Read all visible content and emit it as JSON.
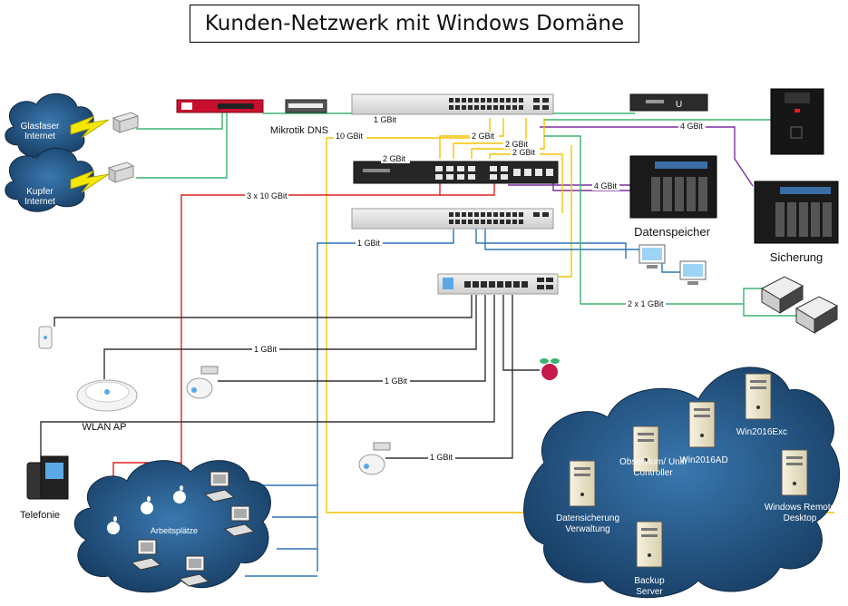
{
  "title": "Kunden-Netzwerk mit Windows Domäne",
  "colors": {
    "red": "#e02020",
    "yellow": "#f5c400",
    "green": "#3cb371",
    "blue": "#2e75b6",
    "purple": "#7b2f9e",
    "dark": "#333333",
    "cloud": "#1f4e79"
  },
  "clouds": {
    "glasfaser": "Glasfaser Internet",
    "kupfer": "Kupfer Internet"
  },
  "devices": {
    "mikrotik": "Mikrotik DNS",
    "datenspeicher": "Datenspeicher",
    "sicherung": "Sicherung",
    "wlan_ap": "WLAN AP",
    "telefonie": "Telefonie",
    "arbeitsplaetze": "Arbeitsplätze"
  },
  "servers": {
    "datensicherung": "Datensicherung Verwaltung",
    "observium": "Observium/ Unifi Controller",
    "win2016ad": "Win2016AD",
    "win2016exc": "Win2016Exc",
    "windows_remote": "Windows Remote Desktop",
    "backup": "Backup Server"
  },
  "links": {
    "top_1gbit": "1 GBit",
    "ten_gbit": "10 GBit",
    "two_gbit_a": "2 GBit",
    "two_gbit_b": "2 GBit",
    "two_gbit_c": "2 GBit",
    "two_gbit_d": "2 GBit",
    "four_gbit_top": "4 GBit",
    "four_gbit_nas": "4 GBit",
    "three_x_10": "3 x 10 GBit",
    "switch3_1gbit": "1 GBit",
    "two_x_1gbit": "2 x 1 GBit",
    "ap_1gbit": "1 GBit",
    "cam1_1gbit": "1 GBit",
    "cam2_1gbit": "1 GBit"
  }
}
